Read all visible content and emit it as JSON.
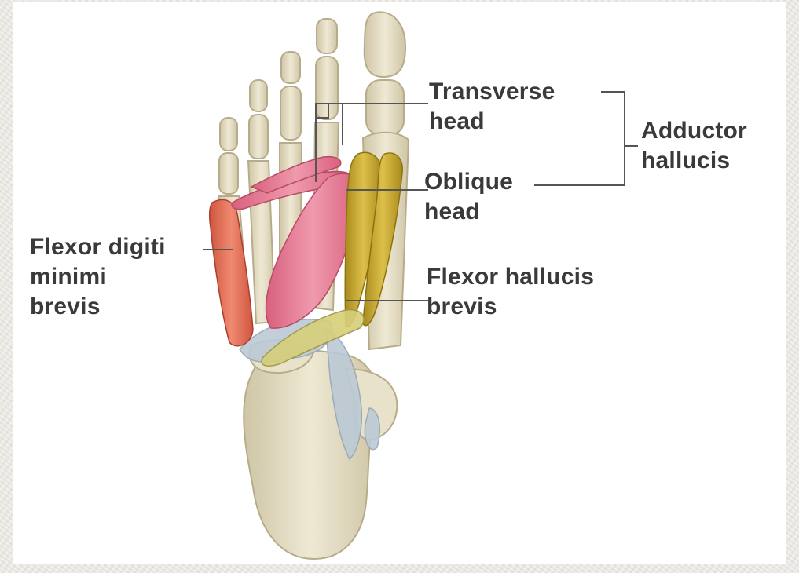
{
  "labels": {
    "transverse_head": [
      "Transverse",
      "head"
    ],
    "adductor_hallucis": [
      "Adductor",
      "hallucis"
    ],
    "oblique_head": [
      "Oblique",
      "head"
    ],
    "flexor_digiti_minimi_brevis": [
      "Flexor digiti",
      "minimi",
      "brevis"
    ],
    "flexor_hallucis_brevis": [
      "Flexor hallucis",
      "brevis"
    ]
  },
  "colors": {
    "bone": "#e6dfc6",
    "bone_shadow": "#c9bf9f",
    "adductor_muscle": "#e47a92",
    "flexor_digiti_minimi_muscle": "#e2705a",
    "flexor_hallucis_muscle": "#c9a62c",
    "ligament": "#b8c8d4",
    "leader_line": "#555555",
    "label_text": "#3a3a3a"
  }
}
